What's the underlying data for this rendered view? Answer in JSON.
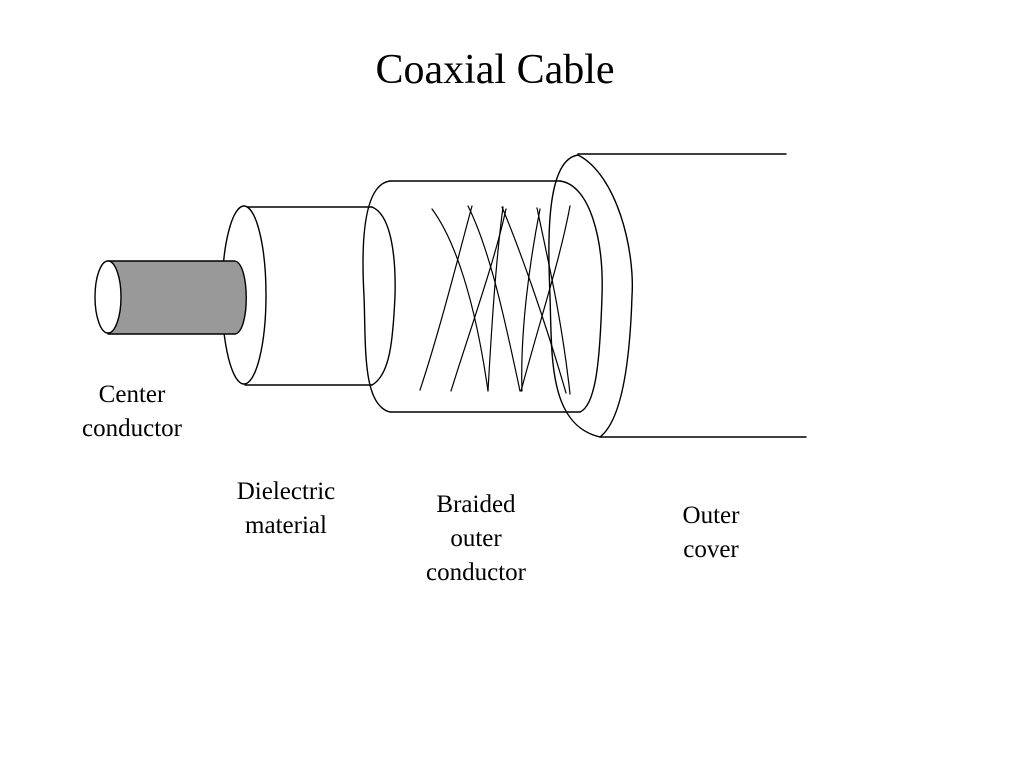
{
  "title": "Coaxial Cable",
  "labels": {
    "center_conductor": [
      "Center",
      "conductor"
    ],
    "dielectric_material": [
      "Dielectric",
      "material"
    ],
    "braided_outer_conductor": [
      "Braided",
      "outer",
      "conductor"
    ],
    "outer_cover": [
      "Outer",
      "cover"
    ]
  },
  "colors": {
    "center_conductor_fill": "#999999",
    "stroke": "#000000",
    "background": "#ffffff"
  }
}
